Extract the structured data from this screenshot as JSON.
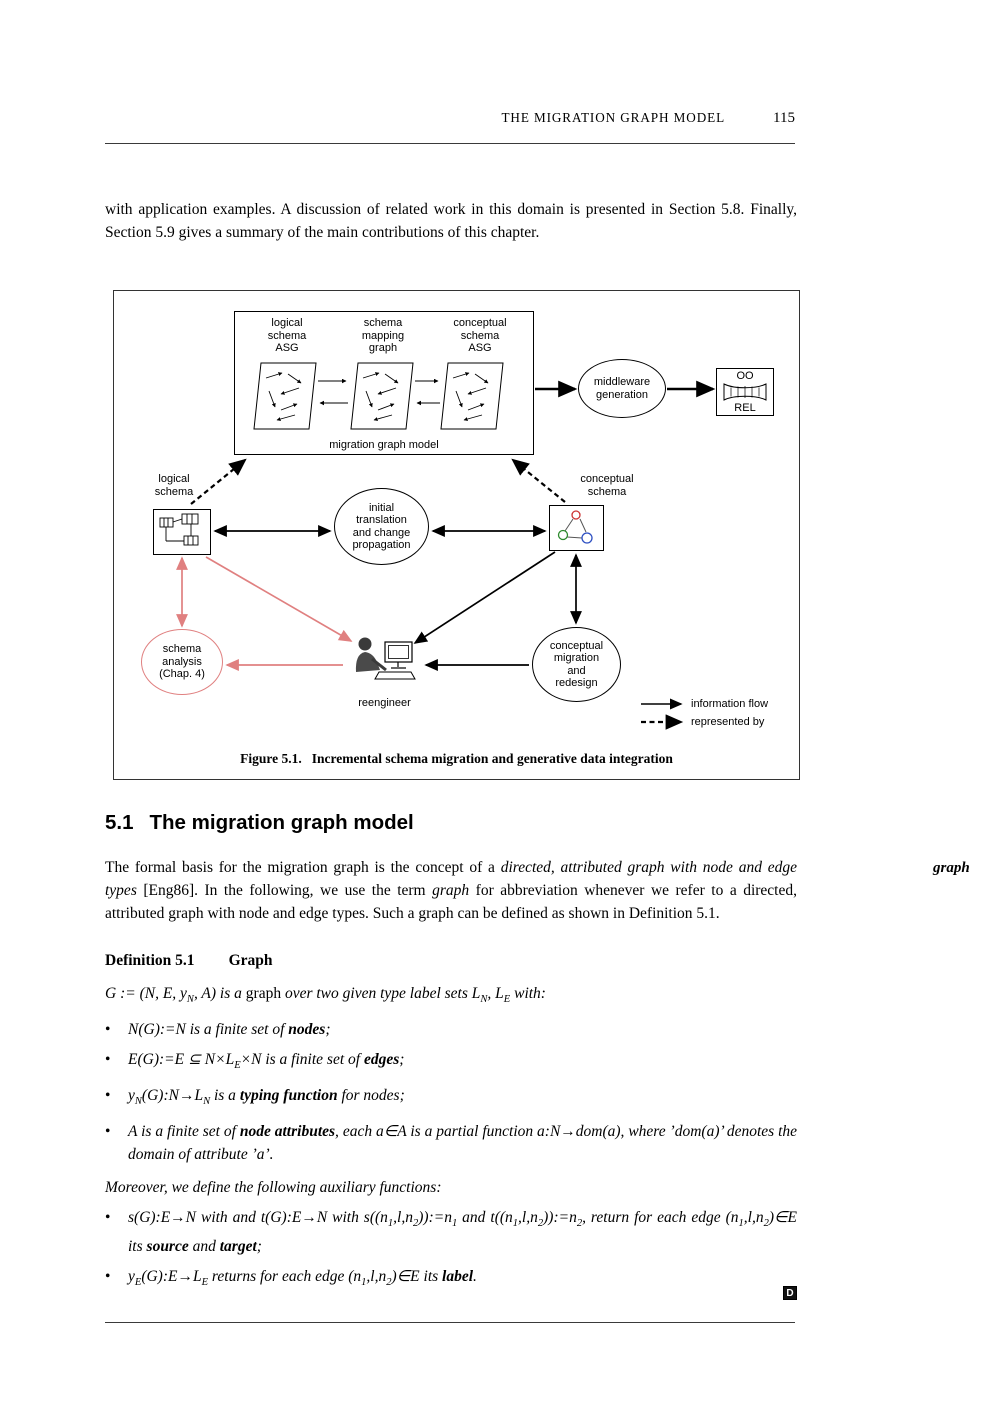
{
  "header": {
    "running_title": "THE MIGRATION GRAPH MODEL",
    "page_number": "115"
  },
  "intro_paragraph": "with application examples. A discussion of related work in this domain is presented in Section 5.8. Finally, Section 5.9 gives a summary of the main contributions of this chapter.",
  "figure": {
    "caption_label": "Figure 5.1.",
    "caption_text": "Incremental schema migration and generative data integration",
    "model_box": {
      "col1": "logical\nschema\nASG",
      "col2": "schema\nmapping\ngraph",
      "col3": "conceptual\nschema\nASG",
      "caption": "migration graph model"
    },
    "nodes": {
      "middleware": "middleware\ngeneration",
      "oo": "OO",
      "rel": "REL",
      "logical_schema": "logical\nschema",
      "initial_translation": "initial\ntranslation\nand change\npropagation",
      "conceptual_schema": "conceptual\nschema",
      "schema_analysis": "schema\nanalysis\n(Chap. 4)",
      "reengineer": "reengineer",
      "conceptual_migration": "conceptual\nmigration\nand\nredesign"
    },
    "legend": {
      "information_flow": "information flow",
      "represented_by": "represented by"
    },
    "colors": {
      "highlight_pink": "#e08080",
      "node_red": "#cc3333",
      "node_green": "#2e8b2e",
      "node_blue": "#2d4fc2"
    }
  },
  "section": {
    "number": "5.1",
    "title": "The migration graph model"
  },
  "margin_note": "graph",
  "body": {
    "formal_paragraph": [
      {
        "t": "The formal basis for the migration graph is the concept of a "
      },
      {
        "t": "directed, attributed graph with node and edge types",
        "i": true
      },
      {
        "t": " [Eng86]. In the following, we use the term "
      },
      {
        "t": "graph",
        "i": true
      },
      {
        "t": " for abbreviation whenever we refer to a directed, attributed graph with node and edge types. Such a graph can be defined as shown in Definition 5.1."
      }
    ]
  },
  "definition": {
    "heading_label": "Definition 5.1",
    "heading_title": "Graph",
    "bullet": "•",
    "g_line": [
      {
        "t": "G := (N, E, y"
      },
      {
        "t": "N",
        "sub": true
      },
      {
        "t": ", A) is a "
      },
      {
        "t": "graph",
        "r": true
      },
      {
        "t": " over two given type label sets L"
      },
      {
        "t": "N",
        "sub": true
      },
      {
        "t": ", L"
      },
      {
        "t": "E",
        "sub": true
      },
      {
        "t": " with:"
      }
    ],
    "bullets": [
      [
        {
          "t": "N(G):=N is a finite set of "
        },
        {
          "t": "nodes",
          "b": true
        },
        {
          "t": ";"
        }
      ],
      [
        {
          "t": "E(G):=E ⊆ N×L"
        },
        {
          "t": "E",
          "sub": true
        },
        {
          "t": "×N is a finite set of "
        },
        {
          "t": "edges",
          "b": true
        },
        {
          "t": ";"
        }
      ],
      [
        {
          "t": "y"
        },
        {
          "t": "N",
          "sub": true
        },
        {
          "t": "(G):N→L"
        },
        {
          "t": "N",
          "sub": true
        },
        {
          "t": " is a "
        },
        {
          "t": "typing function",
          "b": true
        },
        {
          "t": " for nodes;"
        }
      ],
      [
        {
          "t": "A is a finite set of "
        },
        {
          "t": "node attributes",
          "b": true
        },
        {
          "t": ", each a∈A is a partial function a:N→dom(a), where ’dom(a)’ denotes the domain of attribute ’a’."
        }
      ]
    ],
    "moreover": "Moreover, we define the following auxiliary functions:",
    "aux_bullets": [
      [
        {
          "t": "s(G):E→N with and t(G):E→N with s((n"
        },
        {
          "t": "1",
          "sub": true
        },
        {
          "t": ",l,n"
        },
        {
          "t": "2",
          "sub": true
        },
        {
          "t": ")):=n"
        },
        {
          "t": "1",
          "sub": true
        },
        {
          "t": " and t((n"
        },
        {
          "t": "1",
          "sub": true
        },
        {
          "t": ",l,n"
        },
        {
          "t": "2",
          "sub": true
        },
        {
          "t": ")):=n"
        },
        {
          "t": "2",
          "sub": true
        },
        {
          "t": ", return for each edge (n"
        },
        {
          "t": "1",
          "sub": true
        },
        {
          "t": ",l,n"
        },
        {
          "t": "2",
          "sub": true
        },
        {
          "t": ")∈E its "
        },
        {
          "t": "source",
          "b": true
        },
        {
          "t": " and "
        },
        {
          "t": "target",
          "b": true
        },
        {
          "t": ";"
        }
      ],
      [
        {
          "t": "y"
        },
        {
          "t": "E",
          "sub": true
        },
        {
          "t": "(G):E→L"
        },
        {
          "t": "E",
          "sub": true
        },
        {
          "t": " returns for each edge (n"
        },
        {
          "t": "1",
          "sub": true
        },
        {
          "t": ",l,n"
        },
        {
          "t": "2",
          "sub": true
        },
        {
          "t": ")∈E its "
        },
        {
          "t": "label",
          "b": true
        },
        {
          "t": "."
        }
      ]
    ],
    "end_marker": "D"
  }
}
